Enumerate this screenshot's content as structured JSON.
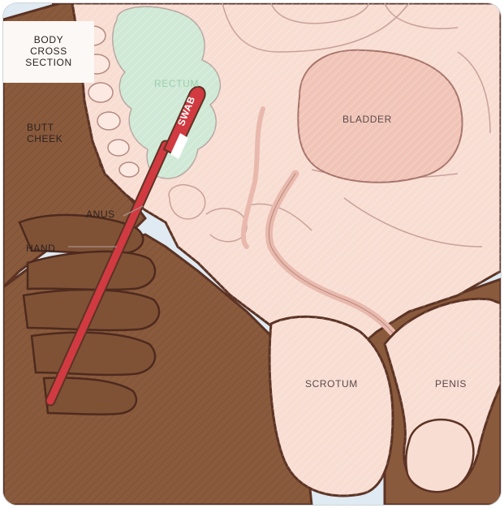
{
  "labels": {
    "body_cross_section": [
      "BODY",
      "CROSS",
      "SECTION"
    ],
    "butt_cheek": [
      "BUTT",
      "CHEEK"
    ],
    "rectum": "RECTUM",
    "bladder": "BLADDER",
    "swab": "SWAB",
    "anus": "ANUS",
    "hand": "HAND",
    "scrotum": "SCROTUM",
    "penis": "PENIS"
  },
  "colors": {
    "skin_dark": "#8a5a3c",
    "skin_outline": "#5c3324",
    "body_light": "#f8ddd3",
    "organ_pink": "#f1c4b8",
    "rectum_green": "#cfe9d6",
    "swab_red": "#d13a41",
    "background": "#dfeaf2"
  }
}
